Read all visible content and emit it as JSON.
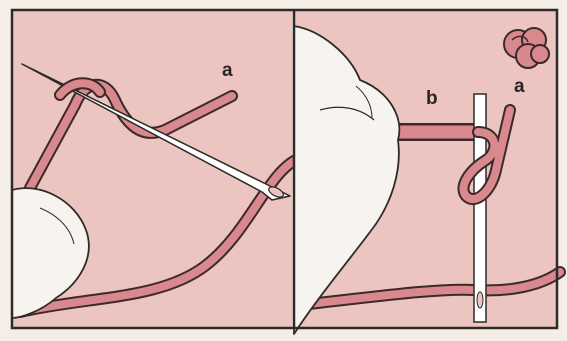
{
  "panels": [
    {
      "id": "left",
      "labels": [
        {
          "text": "a"
        }
      ]
    },
    {
      "id": "right",
      "labels": [
        {
          "text": "b"
        },
        {
          "text": "a"
        }
      ]
    }
  ],
  "colors": {
    "panel_background": "#ecc4c0",
    "page_background": "#f5eee6",
    "frame": "#2e2a2a",
    "thread": "#d9898d",
    "thread_outline": "#3a2a2a",
    "hand": "#f7f4ef",
    "needle": "#ffffff"
  },
  "icons": [
    "hand",
    "needle",
    "thread",
    "knot"
  ]
}
